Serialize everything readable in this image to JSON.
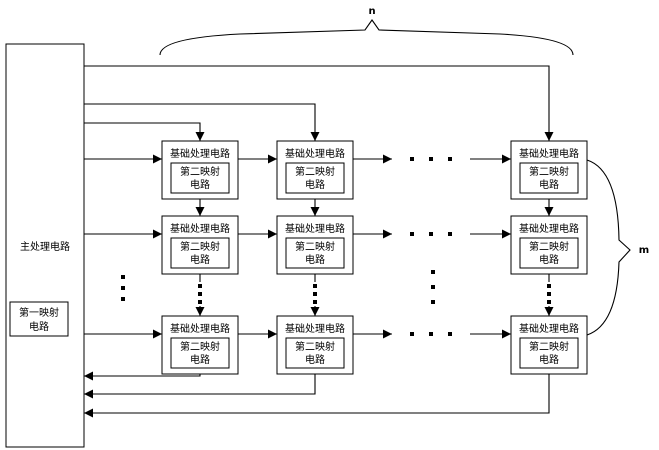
{
  "main_circuit": {
    "label": "主处理电路",
    "sub_label_line1": "第一映射",
    "sub_label_line2": "电路"
  },
  "basic_circuit": {
    "label": "基础处理电路",
    "sub_label_line1": "第二映射",
    "sub_label_line2": "电路"
  },
  "labels": {
    "n": "n",
    "m": "m"
  }
}
